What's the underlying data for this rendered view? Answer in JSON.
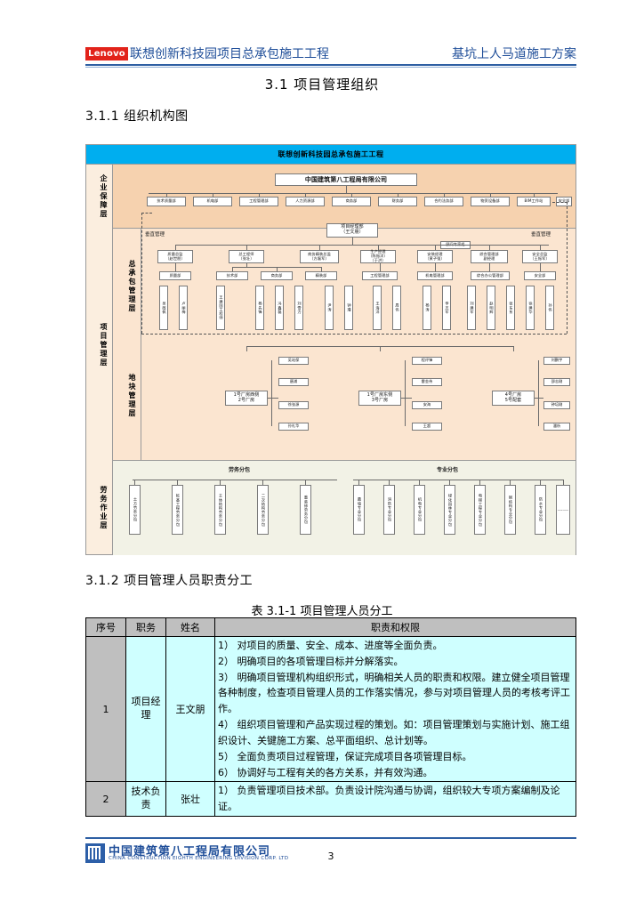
{
  "header": {
    "logo_text": "Lenovo",
    "left_title": "联想创新科技园项目总承包施工工程",
    "right_title": "基坑上人马道施工方案"
  },
  "headings": {
    "section": "3.1  项目管理组织",
    "sub1": "3.1.1 组织机构图",
    "sub2": "3.1.2 项目管理人员职责分工",
    "table_caption": "表 3.1-1  项目管理人员分工"
  },
  "org_chart": {
    "title": "联想创新科技园总承包施工工程",
    "layer_labels": {
      "enterprise": "企业保障层",
      "general_contract": "总承包管理层",
      "project_management": "项目管理层",
      "block_management": "地块管理层",
      "labor": "劳务作业层"
    },
    "vertical_management_left": "垂直管理",
    "vertical_management_right": "垂直管理",
    "company": "中国建筑第八工程局有限公司",
    "company_departments": [
      "技术质量部",
      "机电部",
      "工程管理部",
      "人力资源部",
      "商务部",
      "财务部",
      "合约法务部",
      "物资设备部",
      "BIM工作站",
      "安全部"
    ],
    "expert_group": "顾问专家组",
    "project_manager": "项目经理部\n（王文朋）",
    "managers": [
      "质量总监\n（赵世朋）",
      "总工程师\n（张壮）",
      "商务精装总监\n（方磊军）",
      "生产经理\n（陈振洋）\n（于洪）",
      "安装经理\n（黄子强）",
      "综合管理部\n副经理",
      "安全总监\n（王振军）"
    ],
    "departments_row": [
      "质量部",
      "技术部",
      "商务部",
      "精装部",
      "工程管理部",
      "机电管理部",
      "综合办公管理部",
      "安全部"
    ],
    "staff_names": [
      "吴政佩",
      "卢丽梅",
      "王建国工程师",
      "杨先锋",
      "冯鑫磊",
      "刘雪力",
      "尹涛",
      "钟瑾",
      "王海洋",
      "周伟",
      "杨涛",
      "李志军",
      "刘建军",
      "赵明辉",
      "张东东",
      "徐建华",
      "孙伟",
      "陈立国"
    ],
    "blocks": [
      {
        "title": "1号厂房西侧\n2号厂房",
        "items": [
          "吴站保",
          "唐浦",
          "徐张源",
          "孙礼华"
        ]
      },
      {
        "title": "1号厂房东侧\n3号厂房",
        "items": [
          "程评锋",
          "雷金伟",
          "安海",
          "王超"
        ]
      },
      {
        "title": "4号厂房\n5号配套",
        "items": [
          "刘鹏宇",
          "邵志刚",
          "钟培刚",
          "潘析"
        ]
      }
    ],
    "labor_section_left": "劳务分包",
    "labor_section_right": "专业分包",
    "labor_items": [
      "土方劳务分包",
      "桩基工程劳务分包",
      "主体结构劳务分包",
      "二次结构劳务分包",
      "重装修劳务分包"
    ],
    "specialty_items": [
      "幕墙专业分包",
      "消防专业分包",
      "机电专业分包",
      "绿化园林专业分包",
      "电梯工程专业分包",
      "钢结构专业分包",
      "防水专业分包",
      "……"
    ]
  },
  "table": {
    "columns": [
      "序号",
      "职务",
      "姓名",
      "职责和权限"
    ],
    "rows": [
      {
        "no": "1",
        "role": "项目经理",
        "name": "王文朋",
        "duties": [
          "1） 对项目的质量、安全、成本、进度等全面负责。",
          "2） 明确项目的各项管理目标并分解落实。",
          "3） 明确项目管理机构组织形式，明确相关人员的职责和权限。建立健全项目管理各种制度，检查项目管理人员的工作落实情况，参与对项目管理人员的考核考评工作。",
          "4） 组织项目管理和产品实现过程的策划。如：项目管理策划与实施计划、施工组织设计、关键施工方案、总平面组织、总计划等。",
          "5） 全面负责项目过程管理，保证完成项目各项管理目标。",
          "6） 协调好与工程有关的各方关系，并有效沟通。"
        ]
      },
      {
        "no": "2",
        "role": "技术负责",
        "name": "张壮",
        "duties": [
          "1） 负责管理项目技术部。负责设计院沟通与协调，组织较大专项方案编制及论证。"
        ]
      }
    ]
  },
  "footer": {
    "company_cn": "中国建筑第八工程局有限公司",
    "company_en": "CHINA CONSTRUCTION EIGHTH ENGINEERING DIVISION CORP. LTD",
    "page_number": "3"
  },
  "colors": {
    "brand_red": "#E2231A",
    "header_blue": "#1F4E99",
    "chart_title_cyan": "#00AEEF",
    "band_enterprise": "#F6D2AF",
    "band_project": "#FBE5D0",
    "band_labor": "#F2F2E6",
    "table_header_gray": "#BFBFBF",
    "table_cell_cyan": "#CFFFFF"
  }
}
